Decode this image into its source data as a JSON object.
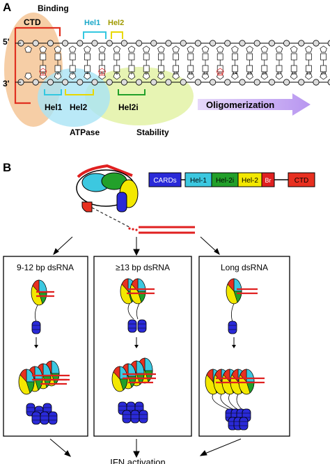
{
  "panel_a": {
    "label": "A",
    "strand_top_label": "5'",
    "strand_bottom_label": "3'",
    "binding_label": "Binding",
    "ctd_label": "CTD",
    "hel1_top_label": "Hel1",
    "hel2_top_label": "Hel2",
    "hel1_bottom_label": "Hel1",
    "hel2_bottom_label": "Hel2",
    "hel2i_label": "Hel2i",
    "atpase_label": "ATPase",
    "stability_label": "Stability",
    "oligomerization_label": "Oligomerization",
    "base_numbers": [
      "1",
      "2",
      "3",
      "4",
      "5",
      "6",
      "7",
      "8",
      "9",
      "10",
      "11",
      "12",
      "13",
      "14",
      "15",
      "16",
      "17",
      "18",
      "19",
      "20"
    ],
    "highlighted_bases": [
      "1",
      "5",
      "13"
    ]
  },
  "panel_b": {
    "label": "B",
    "domain_bar": [
      "CARDs",
      "Hel-1",
      "Hel-2i",
      "Hel-2",
      "Br",
      "CTD"
    ],
    "box_titles": [
      "9-12 bp dsRNA",
      "≥13 bp dsRNA",
      "Long dsRNA"
    ],
    "outcome_label": "IFN activation"
  },
  "colors": {
    "card_blue": "#2a2ad8",
    "hel1_cyan": "#3cc8e0",
    "hel2i_green": "#22a02a",
    "hel2_yellow": "#f3e800",
    "bridge_red": "#e02020",
    "ctd_red": "#e83020",
    "ctd_region": "#f4c08a",
    "atpase_region": "#a8e4f4",
    "stability_region": "#e0f0a0",
    "oligo_arrow": "#c8a8f0"
  }
}
